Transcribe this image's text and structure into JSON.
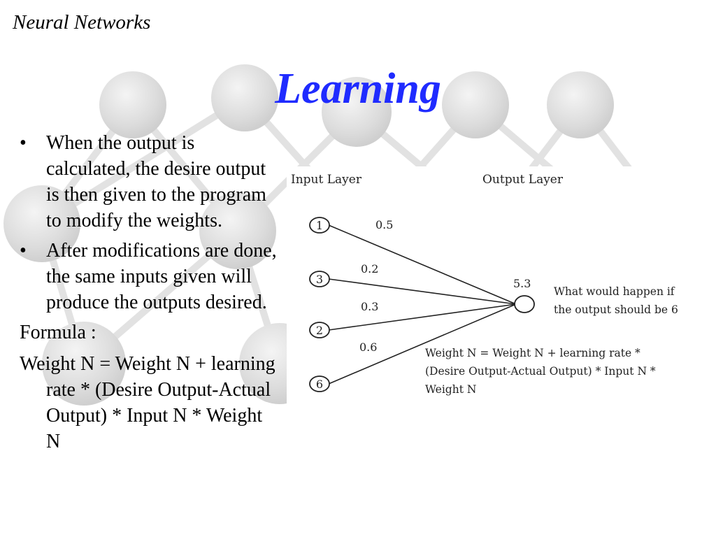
{
  "header": {
    "title": "Neural Networks"
  },
  "slide": {
    "title": "Learning"
  },
  "bullets": [
    "When the output is calculated, the desire output is then given to the program to modify the weights.",
    "After modifications are done, the same inputs given will produce the outputs desired."
  ],
  "formula": {
    "label": "Formula :",
    "text": "Weight N = Weight N + learning rate * (Desire Output-Actual Output) * Input N * Weight N"
  },
  "diagram": {
    "input_layer_label": "Input Layer",
    "output_layer_label": "Output Layer",
    "input_nodes": [
      "1",
      "3",
      "2",
      "6"
    ],
    "weights": [
      "0.5",
      "0.2",
      "0.3",
      "0.6"
    ],
    "output_value": "5.3",
    "question_lines": [
      "What would happen if",
      "the output should be 6"
    ],
    "formula_lines": [
      "Weight N = Weight N + learning rate *",
      "(Desire Output-Actual Output) * Input N *",
      "Weight N"
    ]
  }
}
